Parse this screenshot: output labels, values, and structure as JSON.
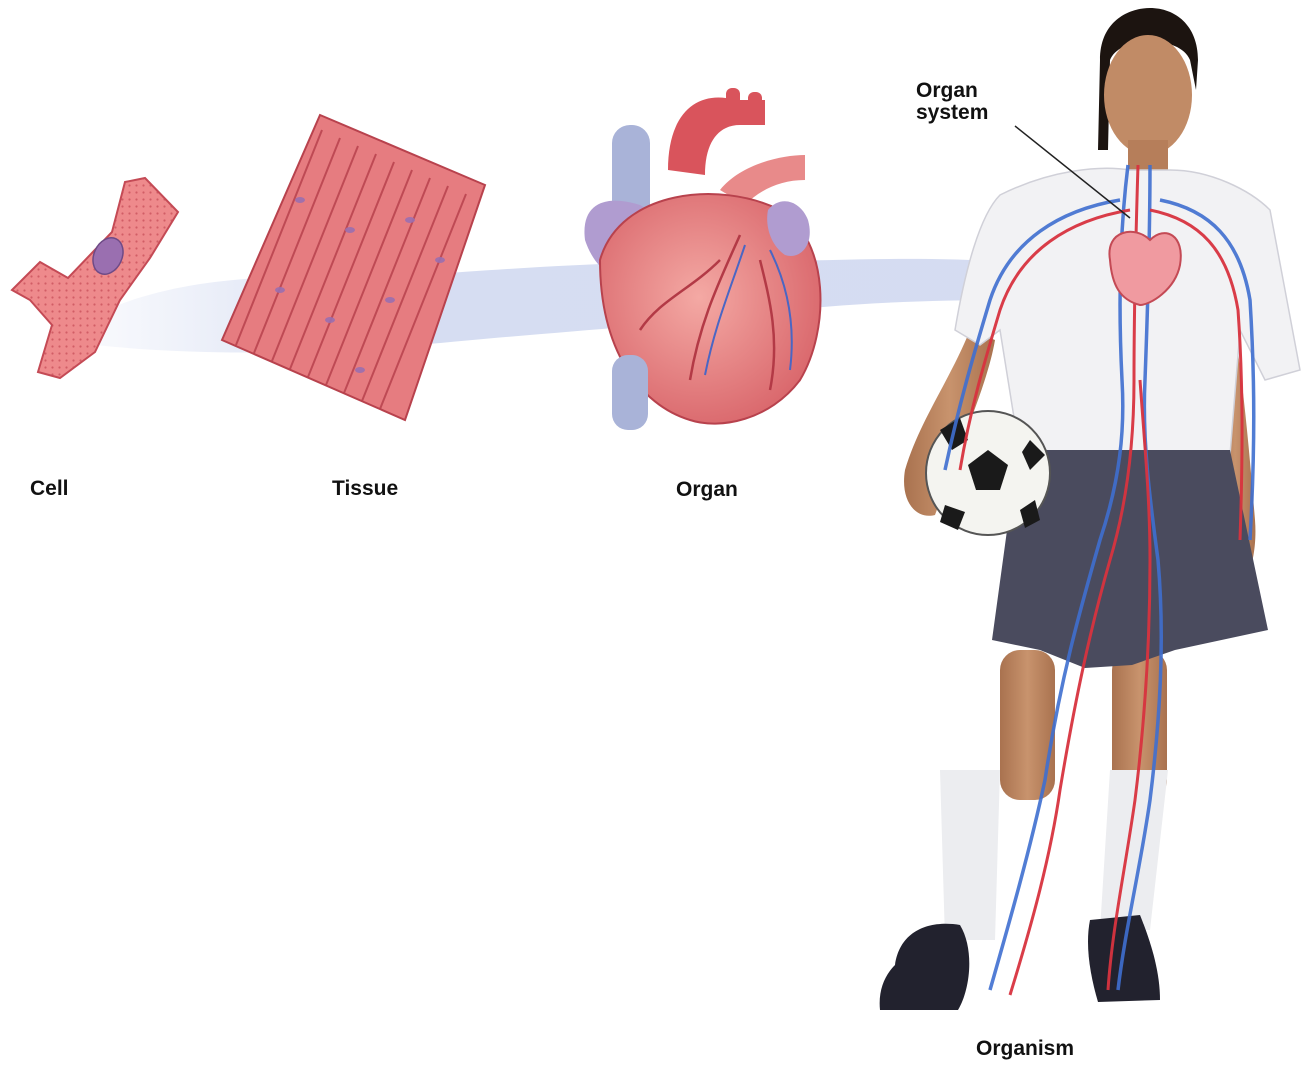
{
  "labels": {
    "cell": "Cell",
    "tissue": "Tissue",
    "organ": "Organ",
    "organ_system": "Organ\nsystem",
    "organism": "Organism"
  },
  "colors": {
    "muscle": "#e8777a",
    "muscle_dark": "#c44a55",
    "nucleus": "#9a6fb0",
    "band": "#c9d3ee",
    "artery": "#d8333f",
    "vein": "#3f6fd0",
    "shirt": "#f2f2f4",
    "shorts": "#4a4b5e",
    "skin": "#b98561",
    "hair": "#1c1410"
  }
}
